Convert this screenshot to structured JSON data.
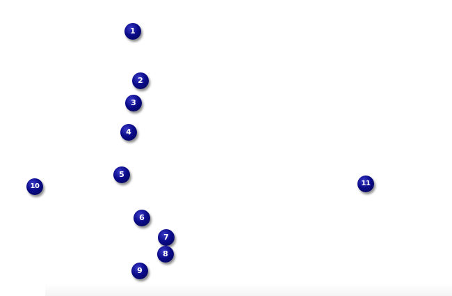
{
  "markers": [
    {
      "label": "1"
    },
    {
      "label": "2"
    },
    {
      "label": "3"
    },
    {
      "label": "4"
    },
    {
      "label": "5"
    },
    {
      "label": "6"
    },
    {
      "label": "7"
    },
    {
      "label": "8"
    },
    {
      "label": "9"
    },
    {
      "label": "10"
    },
    {
      "label": "11"
    }
  ],
  "colors": {
    "marker_fill": "#0b0b8a",
    "marker_text": "#ffffff",
    "background": "#ffffff"
  }
}
